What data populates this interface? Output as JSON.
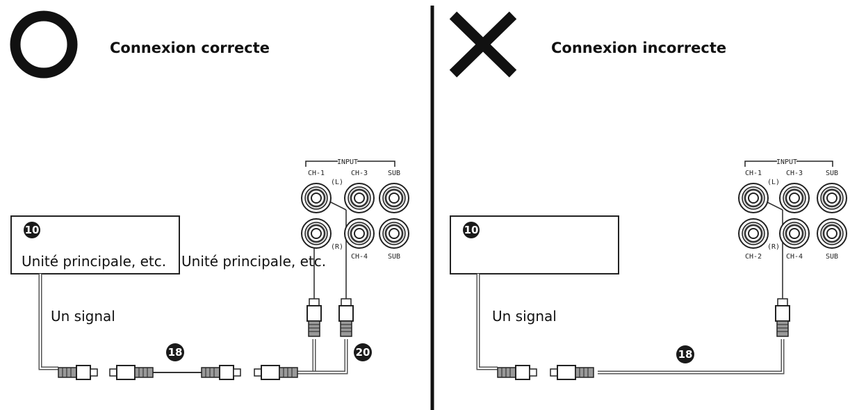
{
  "left": {
    "title": "Connexion correcte",
    "box_badge": "10",
    "box_label_1": "Unité principale, etc.",
    "box_label_2": "Unité principale, etc.",
    "signal_label": "Un signal",
    "badge_mid": "18",
    "badge_right": "20",
    "panel": {
      "input": "INPUT",
      "ch1": "CH-1",
      "ch3": "CH-3",
      "sub_top": "SUB",
      "l": "(L)",
      "r": "(R)",
      "ch4": "CH-4",
      "sub_bottom": "SUB"
    }
  },
  "right": {
    "title": "Connexion incorrecte",
    "box_badge": "10",
    "signal_label": "Un signal",
    "badge_mid": "18",
    "panel": {
      "input": "INPUT",
      "ch1": "CH-1",
      "ch3": "CH-3",
      "sub_top": "SUB",
      "l": "(L)",
      "r": "(R)",
      "ch2": "CH-2",
      "ch4": "CH-4",
      "sub_bottom": "SUB"
    }
  },
  "colors": {
    "ink": "#111111",
    "badge": "#1a1a1a",
    "wire": "#555555"
  },
  "icons": {
    "correct": "circle-icon",
    "incorrect": "cross-icon"
  }
}
